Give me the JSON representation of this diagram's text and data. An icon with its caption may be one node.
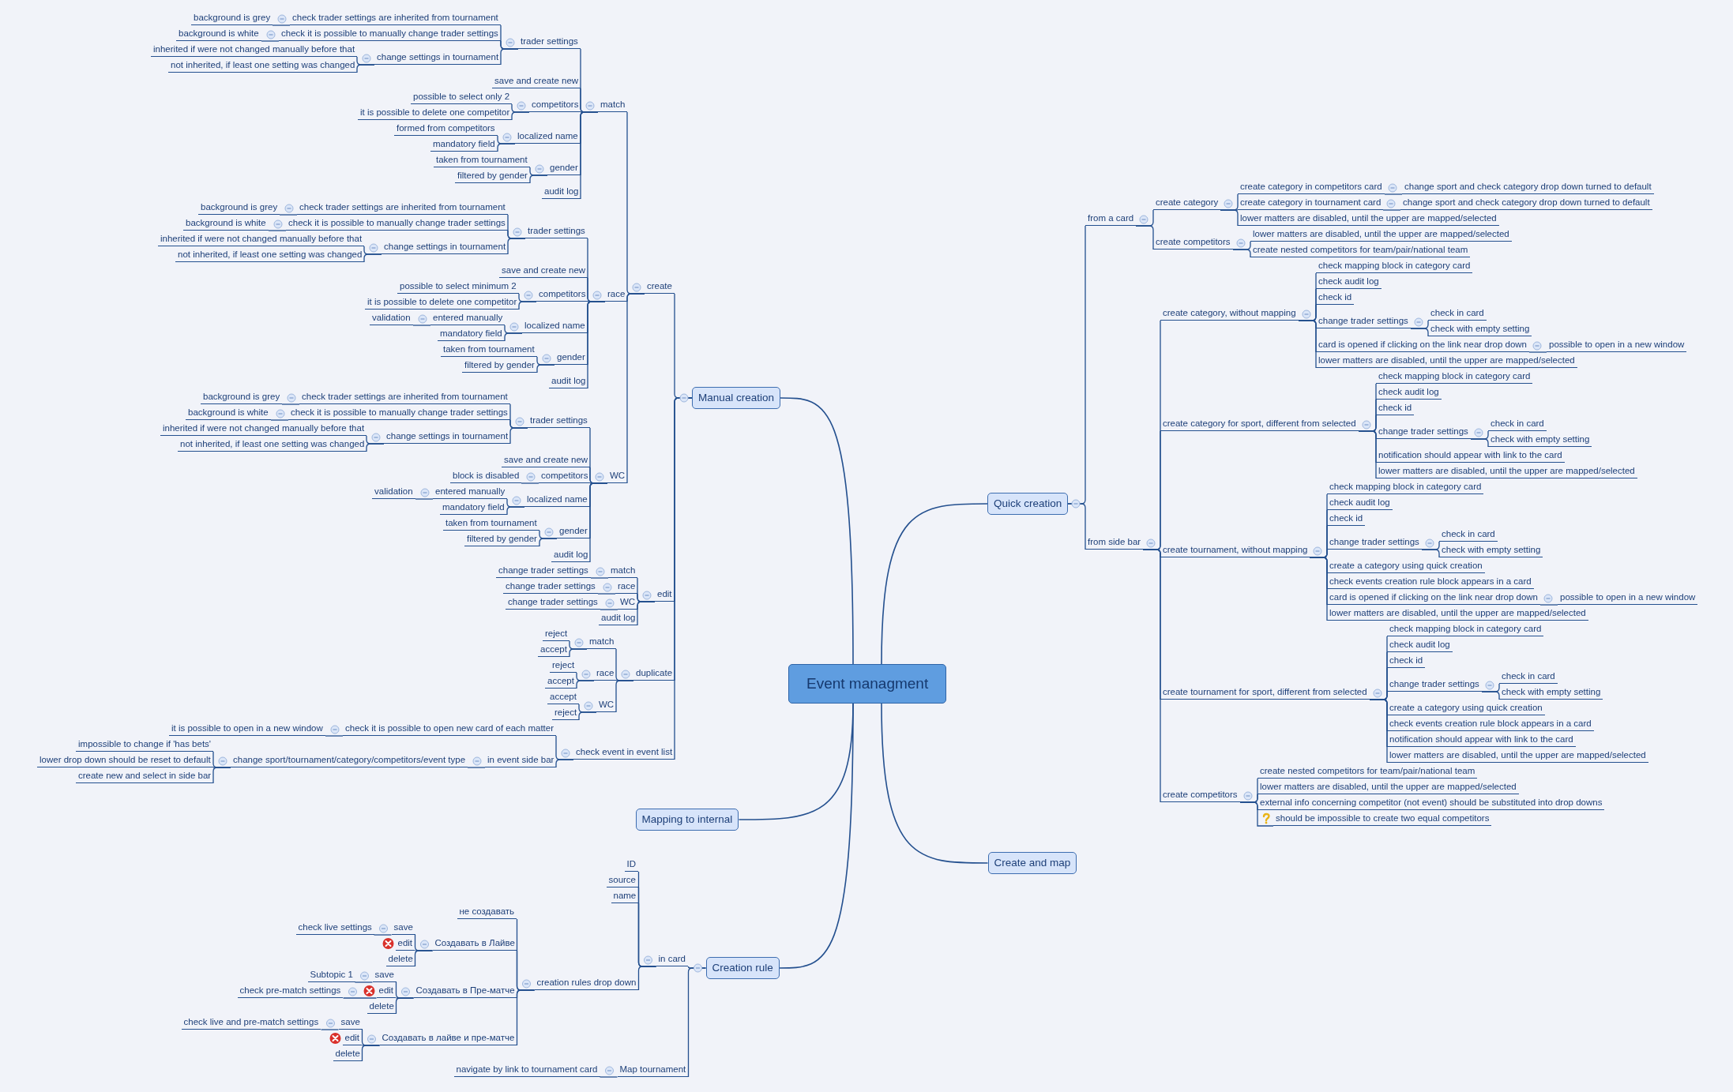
{
  "diagram": {
    "nodes": [
      {
        "text": [
          "Event managment"
        ]
      },
      {
        "text": [
          "Manual creation"
        ]
      },
      {
        "text": [
          "create"
        ]
      },
      {
        "text": [
          "match"
        ]
      },
      {
        "text": [
          "trader settings"
        ]
      },
      {
        "text": [
          "check trader settings are inherited from tournament"
        ]
      },
      {
        "text": [
          "background is grey"
        ]
      },
      {
        "text": [
          "check it is possible to manually change trader settings"
        ]
      },
      {
        "text": [
          "background is white"
        ]
      },
      {
        "text": [
          "change settings in tournament"
        ]
      },
      {
        "text": [
          "inherited if were not changed manually before that"
        ]
      },
      {
        "text": [
          "not inherited, if least one setting was changed"
        ]
      },
      {
        "text": [
          "save and create new"
        ]
      },
      {
        "text": [
          "competitors"
        ]
      },
      {
        "text": [
          "possible to select only 2"
        ]
      },
      {
        "text": [
          "it is possible to delete one competitor"
        ]
      },
      {
        "text": [
          "localized name"
        ]
      },
      {
        "text": [
          "formed from competitors"
        ]
      },
      {
        "text": [
          "mandatory field"
        ]
      },
      {
        "text": [
          "gender"
        ]
      },
      {
        "text": [
          "taken from tournament"
        ]
      },
      {
        "text": [
          "filtered by gender"
        ]
      },
      {
        "text": [
          "audit log"
        ]
      },
      {
        "text": [
          "race"
        ]
      },
      {
        "text": [
          "trader settings"
        ]
      },
      {
        "text": [
          "check trader settings are inherited from tournament"
        ]
      },
      {
        "text": [
          "background is grey"
        ]
      },
      {
        "text": [
          "check it is possible to manually change trader settings"
        ]
      },
      {
        "text": [
          "background is white"
        ]
      },
      {
        "text": [
          "change settings in tournament"
        ]
      },
      {
        "text": [
          "inherited if were not changed manually before that"
        ]
      },
      {
        "text": [
          "not inherited, if least one setting was changed"
        ]
      },
      {
        "text": [
          "save and create new"
        ]
      },
      {
        "text": [
          "competitors"
        ]
      },
      {
        "text": [
          "possible to select minimum 2"
        ]
      },
      {
        "text": [
          "it is possible to delete one competitor"
        ]
      },
      {
        "text": [
          "localized name"
        ]
      },
      {
        "text": [
          "entered manually"
        ]
      },
      {
        "text": [
          "validation"
        ]
      },
      {
        "text": [
          "mandatory field"
        ]
      },
      {
        "text": [
          "gender"
        ]
      },
      {
        "text": [
          "taken from tournament"
        ]
      },
      {
        "text": [
          "filtered by gender"
        ]
      },
      {
        "text": [
          "audit log"
        ]
      },
      {
        "text": [
          "WC"
        ]
      },
      {
        "text": [
          "trader settings"
        ]
      },
      {
        "text": [
          "check trader settings are inherited from tournament"
        ]
      },
      {
        "text": [
          "background is grey"
        ]
      },
      {
        "text": [
          "check it is possible to manually change trader settings"
        ]
      },
      {
        "text": [
          "background is white"
        ]
      },
      {
        "text": [
          "change settings in tournament"
        ]
      },
      {
        "text": [
          "inherited if were not changed manually before that"
        ]
      },
      {
        "text": [
          "not inherited, if least one setting was changed"
        ]
      },
      {
        "text": [
          "save and create new"
        ]
      },
      {
        "text": [
          "competitors"
        ]
      },
      {
        "text": [
          "block is disabled"
        ]
      },
      {
        "text": [
          "localized name"
        ]
      },
      {
        "text": [
          "entered manually"
        ]
      },
      {
        "text": [
          "validation"
        ]
      },
      {
        "text": [
          "mandatory field"
        ]
      },
      {
        "text": [
          "gender"
        ]
      },
      {
        "text": [
          "taken from tournament"
        ]
      },
      {
        "text": [
          "filtered by gender"
        ]
      },
      {
        "text": [
          "audit log"
        ]
      },
      {
        "text": [
          "edit"
        ]
      },
      {
        "text": [
          "match"
        ]
      },
      {
        "text": [
          "change trader settings"
        ]
      },
      {
        "text": [
          "race"
        ]
      },
      {
        "text": [
          "change trader settings"
        ]
      },
      {
        "text": [
          "WC"
        ]
      },
      {
        "text": [
          "change trader settings"
        ]
      },
      {
        "text": [
          "audit log"
        ]
      },
      {
        "text": [
          "duplicate"
        ]
      },
      {
        "text": [
          "match"
        ]
      },
      {
        "text": [
          "reject"
        ]
      },
      {
        "text": [
          "accept"
        ]
      },
      {
        "text": [
          "race"
        ]
      },
      {
        "text": [
          "reject"
        ]
      },
      {
        "text": [
          "accept"
        ]
      },
      {
        "text": [
          "WC"
        ]
      },
      {
        "text": [
          "accept"
        ]
      },
      {
        "text": [
          "reject"
        ]
      },
      {
        "text": [
          "check event in event list"
        ]
      },
      {
        "text": [
          "check it is possible to open new card of each matter"
        ]
      },
      {
        "text": [
          "it is possible to open in a new window"
        ]
      },
      {
        "text": [
          "in event side bar"
        ]
      },
      {
        "text": [
          "change sport/tournament/category/competitors/event type"
        ]
      },
      {
        "text": [
          "impossible to change if 'has bets'"
        ]
      },
      {
        "text": [
          "lower drop down should be reset to default"
        ]
      },
      {
        "text": [
          "create new and select in side bar"
        ]
      },
      {
        "text": [
          "Quick creation"
        ]
      },
      {
        "text": [
          "from a card"
        ]
      },
      {
        "text": [
          "create category"
        ]
      },
      {
        "text": [
          "create category in competitors card"
        ]
      },
      {
        "text": [
          "change sport and check category drop down turned to default"
        ]
      },
      {
        "text": [
          "create category in tournament card"
        ]
      },
      {
        "text": [
          "change sport and check category drop down turned to default"
        ]
      },
      {
        "text": [
          "lower matters are disabled, until the upper are mapped/selected"
        ]
      },
      {
        "text": [
          "create competitors"
        ]
      },
      {
        "text": [
          "lower matters are disabled, until the upper are mapped/selected"
        ]
      },
      {
        "text": [
          "create nested competitors for team/pair/national team"
        ]
      },
      {
        "text": [
          "from side bar"
        ]
      },
      {
        "text": [
          "create category, without mapping"
        ]
      },
      {
        "text": [
          "check mapping block in category card"
        ]
      },
      {
        "text": [
          "check audit log"
        ]
      },
      {
        "text": [
          "check id"
        ]
      },
      {
        "text": [
          "change trader settings"
        ]
      },
      {
        "text": [
          "check in card"
        ]
      },
      {
        "text": [
          "check with empty setting"
        ]
      },
      {
        "text": [
          "card is opened if clicking on the link near drop down"
        ]
      },
      {
        "text": [
          "possible to open in a new window"
        ]
      },
      {
        "text": [
          "lower matters are disabled, until the upper are mapped/selected"
        ]
      },
      {
        "text": [
          "create category for sport, different from selected"
        ]
      },
      {
        "text": [
          "check mapping block in category card"
        ]
      },
      {
        "text": [
          "check audit log"
        ]
      },
      {
        "text": [
          "check id"
        ]
      },
      {
        "text": [
          "change trader settings"
        ]
      },
      {
        "text": [
          "check in card"
        ]
      },
      {
        "text": [
          "check with empty setting"
        ]
      },
      {
        "text": [
          "notification should appear with link to the card"
        ]
      },
      {
        "text": [
          "lower matters are disabled, until the upper are mapped/selected"
        ]
      },
      {
        "text": [
          "create tournament, without mapping"
        ]
      },
      {
        "text": [
          "check mapping block in category card"
        ]
      },
      {
        "text": [
          "check audit log"
        ]
      },
      {
        "text": [
          "check id"
        ]
      },
      {
        "text": [
          "change trader settings"
        ]
      },
      {
        "text": [
          "check in card"
        ]
      },
      {
        "text": [
          "check with empty setting"
        ]
      },
      {
        "text": [
          "create a category using quick creation"
        ]
      },
      {
        "text": [
          "check events creation rule block appears in a card"
        ]
      },
      {
        "text": [
          "card is opened if clicking on the link near drop down"
        ]
      },
      {
        "text": [
          "possible to open in a new window"
        ]
      },
      {
        "text": [
          "lower matters are disabled, until the upper are mapped/selected"
        ]
      },
      {
        "text": [
          "create tournament for sport, different from selected"
        ]
      },
      {
        "text": [
          "check mapping block in category card"
        ]
      },
      {
        "text": [
          "check audit log"
        ]
      },
      {
        "text": [
          "check id"
        ]
      },
      {
        "text": [
          "change trader settings"
        ]
      },
      {
        "text": [
          "check in card"
        ]
      },
      {
        "text": [
          "check with empty setting"
        ]
      },
      {
        "text": [
          "create a category using quick creation"
        ]
      },
      {
        "text": [
          "check events creation rule block appears in a card"
        ]
      },
      {
        "text": [
          "notification should appear with link to the card"
        ]
      },
      {
        "text": [
          "lower matters are disabled, until the upper are mapped/selected"
        ]
      },
      {
        "text": [
          "create competitors"
        ]
      },
      {
        "text": [
          "create nested competitors for team/pair/national team"
        ]
      },
      {
        "text": [
          "lower matters are disabled, until the upper are mapped/selected"
        ]
      },
      {
        "text": [
          "external info concerning competitor (not event) should be substituted into drop downs"
        ]
      },
      {
        "text": [
          "should be impossible to create two equal competitors"
        ]
      },
      {
        "text": [
          "Mapping to internal"
        ]
      },
      {
        "text": [
          "Create and map"
        ]
      },
      {
        "text": [
          "Creation rule"
        ]
      },
      {
        "text": [
          "in card"
        ]
      },
      {
        "text": [
          "ID"
        ]
      },
      {
        "text": [
          "source"
        ]
      },
      {
        "text": [
          "name"
        ]
      },
      {
        "text": [
          "creation rules drop down"
        ]
      },
      {
        "text": [
          "не создавать"
        ]
      },
      {
        "text": [
          "Создавать в Лайве"
        ]
      },
      {
        "text": [
          "save"
        ]
      },
      {
        "text": [
          "check live settings"
        ]
      },
      {
        "text": [
          "edit"
        ]
      },
      {
        "text": [
          "delete"
        ]
      },
      {
        "text": [
          "Создавать в Пре-матче"
        ]
      },
      {
        "text": [
          "save"
        ]
      },
      {
        "text": [
          "Subtopic 1"
        ]
      },
      {
        "text": [
          "edit"
        ]
      },
      {
        "text": [
          "check pre-match settings"
        ]
      },
      {
        "text": [
          "delete"
        ]
      },
      {
        "text": [
          "Создавать в лайве и пре-матче"
        ]
      },
      {
        "text": [
          "save"
        ]
      },
      {
        "text": [
          "check live and pre-match settings"
        ]
      },
      {
        "text": [
          "edit"
        ]
      },
      {
        "text": [
          "delete"
        ]
      },
      {
        "text": [
          "Map tournament"
        ]
      },
      {
        "text": [
          "navigate by link to tournament card"
        ]
      }
    ],
    "edges": [
      {
        "from": 0,
        "to": 1,
        "arrow": "none"
      },
      {
        "from": 1,
        "to": 2,
        "arrow": "none"
      },
      {
        "from": 2,
        "to": 3,
        "arrow": "none"
      },
      {
        "from": 3,
        "to": 4,
        "arrow": "none"
      },
      {
        "from": 4,
        "to": 5,
        "arrow": "none"
      },
      {
        "from": 5,
        "to": 6,
        "arrow": "none"
      },
      {
        "from": 4,
        "to": 7,
        "arrow": "none"
      },
      {
        "from": 7,
        "to": 8,
        "arrow": "none"
      },
      {
        "from": 4,
        "to": 9,
        "arrow": "none"
      },
      {
        "from": 9,
        "to": 10,
        "arrow": "none"
      },
      {
        "from": 9,
        "to": 11,
        "arrow": "none"
      },
      {
        "from": 3,
        "to": 12,
        "arrow": "none"
      },
      {
        "from": 3,
        "to": 13,
        "arrow": "none"
      },
      {
        "from": 13,
        "to": 14,
        "arrow": "none"
      },
      {
        "from": 13,
        "to": 15,
        "arrow": "none"
      },
      {
        "from": 3,
        "to": 16,
        "arrow": "none"
      },
      {
        "from": 16,
        "to": 17,
        "arrow": "none"
      },
      {
        "from": 16,
        "to": 18,
        "arrow": "none"
      },
      {
        "from": 3,
        "to": 19,
        "arrow": "none"
      },
      {
        "from": 19,
        "to": 20,
        "arrow": "none"
      },
      {
        "from": 19,
        "to": 21,
        "arrow": "none"
      },
      {
        "from": 3,
        "to": 22,
        "arrow": "none"
      },
      {
        "from": 2,
        "to": 23,
        "arrow": "none"
      },
      {
        "from": 23,
        "to": 24,
        "arrow": "none"
      },
      {
        "from": 24,
        "to": 25,
        "arrow": "none"
      },
      {
        "from": 25,
        "to": 26,
        "arrow": "none"
      },
      {
        "from": 24,
        "to": 27,
        "arrow": "none"
      },
      {
        "from": 27,
        "to": 28,
        "arrow": "none"
      },
      {
        "from": 24,
        "to": 29,
        "arrow": "none"
      },
      {
        "from": 29,
        "to": 30,
        "arrow": "none"
      },
      {
        "from": 29,
        "to": 31,
        "arrow": "none"
      },
      {
        "from": 23,
        "to": 32,
        "arrow": "none"
      },
      {
        "from": 23,
        "to": 33,
        "arrow": "none"
      },
      {
        "from": 33,
        "to": 34,
        "arrow": "none"
      },
      {
        "from": 33,
        "to": 35,
        "arrow": "none"
      },
      {
        "from": 23,
        "to": 36,
        "arrow": "none"
      },
      {
        "from": 36,
        "to": 37,
        "arrow": "none"
      },
      {
        "from": 37,
        "to": 38,
        "arrow": "none"
      },
      {
        "from": 36,
        "to": 39,
        "arrow": "none"
      },
      {
        "from": 23,
        "to": 40,
        "arrow": "none"
      },
      {
        "from": 40,
        "to": 41,
        "arrow": "none"
      },
      {
        "from": 40,
        "to": 42,
        "arrow": "none"
      },
      {
        "from": 23,
        "to": 43,
        "arrow": "none"
      },
      {
        "from": 2,
        "to": 44,
        "arrow": "none"
      },
      {
        "from": 44,
        "to": 45,
        "arrow": "none"
      },
      {
        "from": 45,
        "to": 46,
        "arrow": "none"
      },
      {
        "from": 46,
        "to": 47,
        "arrow": "none"
      },
      {
        "from": 45,
        "to": 48,
        "arrow": "none"
      },
      {
        "from": 48,
        "to": 49,
        "arrow": "none"
      },
      {
        "from": 45,
        "to": 50,
        "arrow": "none"
      },
      {
        "from": 50,
        "to": 51,
        "arrow": "none"
      },
      {
        "from": 50,
        "to": 52,
        "arrow": "none"
      },
      {
        "from": 44,
        "to": 53,
        "arrow": "none"
      },
      {
        "from": 44,
        "to": 54,
        "arrow": "none"
      },
      {
        "from": 54,
        "to": 55,
        "arrow": "none"
      },
      {
        "from": 44,
        "to": 56,
        "arrow": "none"
      },
      {
        "from": 56,
        "to": 57,
        "arrow": "none"
      },
      {
        "from": 57,
        "to": 58,
        "arrow": "none"
      },
      {
        "from": 56,
        "to": 59,
        "arrow": "none"
      },
      {
        "from": 44,
        "to": 60,
        "arrow": "none"
      },
      {
        "from": 60,
        "to": 61,
        "arrow": "none"
      },
      {
        "from": 60,
        "to": 62,
        "arrow": "none"
      },
      {
        "from": 44,
        "to": 63,
        "arrow": "none"
      },
      {
        "from": 1,
        "to": 64,
        "arrow": "none"
      },
      {
        "from": 64,
        "to": 65,
        "arrow": "none"
      },
      {
        "from": 65,
        "to": 66,
        "arrow": "none"
      },
      {
        "from": 64,
        "to": 67,
        "arrow": "none"
      },
      {
        "from": 67,
        "to": 68,
        "arrow": "none"
      },
      {
        "from": 64,
        "to": 69,
        "arrow": "none"
      },
      {
        "from": 69,
        "to": 70,
        "arrow": "none"
      },
      {
        "from": 64,
        "to": 71,
        "arrow": "none"
      },
      {
        "from": 1,
        "to": 72,
        "arrow": "none"
      },
      {
        "from": 72,
        "to": 73,
        "arrow": "none"
      },
      {
        "from": 73,
        "to": 74,
        "arrow": "none"
      },
      {
        "from": 73,
        "to": 75,
        "arrow": "none"
      },
      {
        "from": 72,
        "to": 76,
        "arrow": "none"
      },
      {
        "from": 76,
        "to": 77,
        "arrow": "none"
      },
      {
        "from": 76,
        "to": 78,
        "arrow": "none"
      },
      {
        "from": 72,
        "to": 79,
        "arrow": "none"
      },
      {
        "from": 79,
        "to": 80,
        "arrow": "none"
      },
      {
        "from": 79,
        "to": 81,
        "arrow": "none"
      },
      {
        "from": 1,
        "to": 82,
        "arrow": "none"
      },
      {
        "from": 82,
        "to": 83,
        "arrow": "none"
      },
      {
        "from": 83,
        "to": 84,
        "arrow": "none"
      },
      {
        "from": 82,
        "to": 85,
        "arrow": "none"
      },
      {
        "from": 85,
        "to": 86,
        "arrow": "none"
      },
      {
        "from": 86,
        "to": 87,
        "arrow": "none"
      },
      {
        "from": 86,
        "to": 88,
        "arrow": "none"
      },
      {
        "from": 86,
        "to": 89,
        "arrow": "none"
      },
      {
        "from": 0,
        "to": 90,
        "arrow": "none"
      },
      {
        "from": 90,
        "to": 91,
        "arrow": "none"
      },
      {
        "from": 91,
        "to": 92,
        "arrow": "none"
      },
      {
        "from": 92,
        "to": 93,
        "arrow": "none"
      },
      {
        "from": 93,
        "to": 94,
        "arrow": "none"
      },
      {
        "from": 92,
        "to": 95,
        "arrow": "none"
      },
      {
        "from": 95,
        "to": 96,
        "arrow": "none"
      },
      {
        "from": 92,
        "to": 97,
        "arrow": "none"
      },
      {
        "from": 91,
        "to": 98,
        "arrow": "none"
      },
      {
        "from": 98,
        "to": 99,
        "arrow": "none"
      },
      {
        "from": 98,
        "to": 100,
        "arrow": "none"
      },
      {
        "from": 90,
        "to": 101,
        "arrow": "none"
      },
      {
        "from": 101,
        "to": 102,
        "arrow": "none"
      },
      {
        "from": 102,
        "to": 103,
        "arrow": "none"
      },
      {
        "from": 102,
        "to": 104,
        "arrow": "none"
      },
      {
        "from": 102,
        "to": 105,
        "arrow": "none"
      },
      {
        "from": 102,
        "to": 106,
        "arrow": "none"
      },
      {
        "from": 106,
        "to": 107,
        "arrow": "none"
      },
      {
        "from": 106,
        "to": 108,
        "arrow": "none"
      },
      {
        "from": 102,
        "to": 109,
        "arrow": "none"
      },
      {
        "from": 109,
        "to": 110,
        "arrow": "none"
      },
      {
        "from": 102,
        "to": 111,
        "arrow": "none"
      },
      {
        "from": 101,
        "to": 112,
        "arrow": "none"
      },
      {
        "from": 112,
        "to": 113,
        "arrow": "none"
      },
      {
        "from": 112,
        "to": 114,
        "arrow": "none"
      },
      {
        "from": 112,
        "to": 115,
        "arrow": "none"
      },
      {
        "from": 112,
        "to": 116,
        "arrow": "none"
      },
      {
        "from": 116,
        "to": 117,
        "arrow": "none"
      },
      {
        "from": 116,
        "to": 118,
        "arrow": "none"
      },
      {
        "from": 112,
        "to": 119,
        "arrow": "none"
      },
      {
        "from": 112,
        "to": 120,
        "arrow": "none"
      },
      {
        "from": 101,
        "to": 121,
        "arrow": "none"
      },
      {
        "from": 121,
        "to": 122,
        "arrow": "none"
      },
      {
        "from": 121,
        "to": 123,
        "arrow": "none"
      },
      {
        "from": 121,
        "to": 124,
        "arrow": "none"
      },
      {
        "from": 121,
        "to": 125,
        "arrow": "none"
      },
      {
        "from": 125,
        "to": 126,
        "arrow": "none"
      },
      {
        "from": 125,
        "to": 127,
        "arrow": "none"
      },
      {
        "from": 121,
        "to": 128,
        "arrow": "none"
      },
      {
        "from": 121,
        "to": 129,
        "arrow": "none"
      },
      {
        "from": 121,
        "to": 130,
        "arrow": "none"
      },
      {
        "from": 130,
        "to": 131,
        "arrow": "none"
      },
      {
        "from": 121,
        "to": 132,
        "arrow": "none"
      },
      {
        "from": 101,
        "to": 133,
        "arrow": "none"
      },
      {
        "from": 133,
        "to": 134,
        "arrow": "none"
      },
      {
        "from": 133,
        "to": 135,
        "arrow": "none"
      },
      {
        "from": 133,
        "to": 136,
        "arrow": "none"
      },
      {
        "from": 133,
        "to": 137,
        "arrow": "none"
      },
      {
        "from": 137,
        "to": 138,
        "arrow": "none"
      },
      {
        "from": 137,
        "to": 139,
        "arrow": "none"
      },
      {
        "from": 133,
        "to": 140,
        "arrow": "none"
      },
      {
        "from": 133,
        "to": 141,
        "arrow": "none"
      },
      {
        "from": 133,
        "to": 142,
        "arrow": "none"
      },
      {
        "from": 133,
        "to": 143,
        "arrow": "none"
      },
      {
        "from": 101,
        "to": 144,
        "arrow": "none"
      },
      {
        "from": 144,
        "to": 145,
        "arrow": "none"
      },
      {
        "from": 144,
        "to": 146,
        "arrow": "none"
      },
      {
        "from": 144,
        "to": 147,
        "arrow": "none"
      },
      {
        "from": 144,
        "to": 148,
        "arrow": "none"
      },
      {
        "from": 0,
        "to": 149,
        "arrow": "none"
      },
      {
        "from": 0,
        "to": 150,
        "arrow": "none"
      },
      {
        "from": 0,
        "to": 151,
        "arrow": "none"
      },
      {
        "from": 151,
        "to": 152,
        "arrow": "none"
      },
      {
        "from": 152,
        "to": 153,
        "arrow": "none"
      },
      {
        "from": 152,
        "to": 154,
        "arrow": "none"
      },
      {
        "from": 152,
        "to": 155,
        "arrow": "none"
      },
      {
        "from": 152,
        "to": 156,
        "arrow": "none"
      },
      {
        "from": 156,
        "to": 157,
        "arrow": "none"
      },
      {
        "from": 156,
        "to": 158,
        "arrow": "none"
      },
      {
        "from": 158,
        "to": 159,
        "arrow": "none"
      },
      {
        "from": 159,
        "to": 160,
        "arrow": "none"
      },
      {
        "from": 158,
        "to": 161,
        "arrow": "none"
      },
      {
        "from": 158,
        "to": 162,
        "arrow": "none"
      },
      {
        "from": 156,
        "to": 163,
        "arrow": "none"
      },
      {
        "from": 163,
        "to": 164,
        "arrow": "none"
      },
      {
        "from": 164,
        "to": 165,
        "arrow": "none"
      },
      {
        "from": 163,
        "to": 166,
        "arrow": "none"
      },
      {
        "from": 166,
        "to": 167,
        "arrow": "none"
      },
      {
        "from": 163,
        "to": 168,
        "arrow": "none"
      },
      {
        "from": 156,
        "to": 169,
        "arrow": "none"
      },
      {
        "from": 169,
        "to": 170,
        "arrow": "none"
      },
      {
        "from": 170,
        "to": 171,
        "arrow": "none"
      },
      {
        "from": 169,
        "to": 172,
        "arrow": "none"
      },
      {
        "from": 169,
        "to": 173,
        "arrow": "none"
      },
      {
        "from": 151,
        "to": 174,
        "arrow": "none"
      },
      {
        "from": 174,
        "to": 175,
        "arrow": "none"
      }
    ]
  }
}
